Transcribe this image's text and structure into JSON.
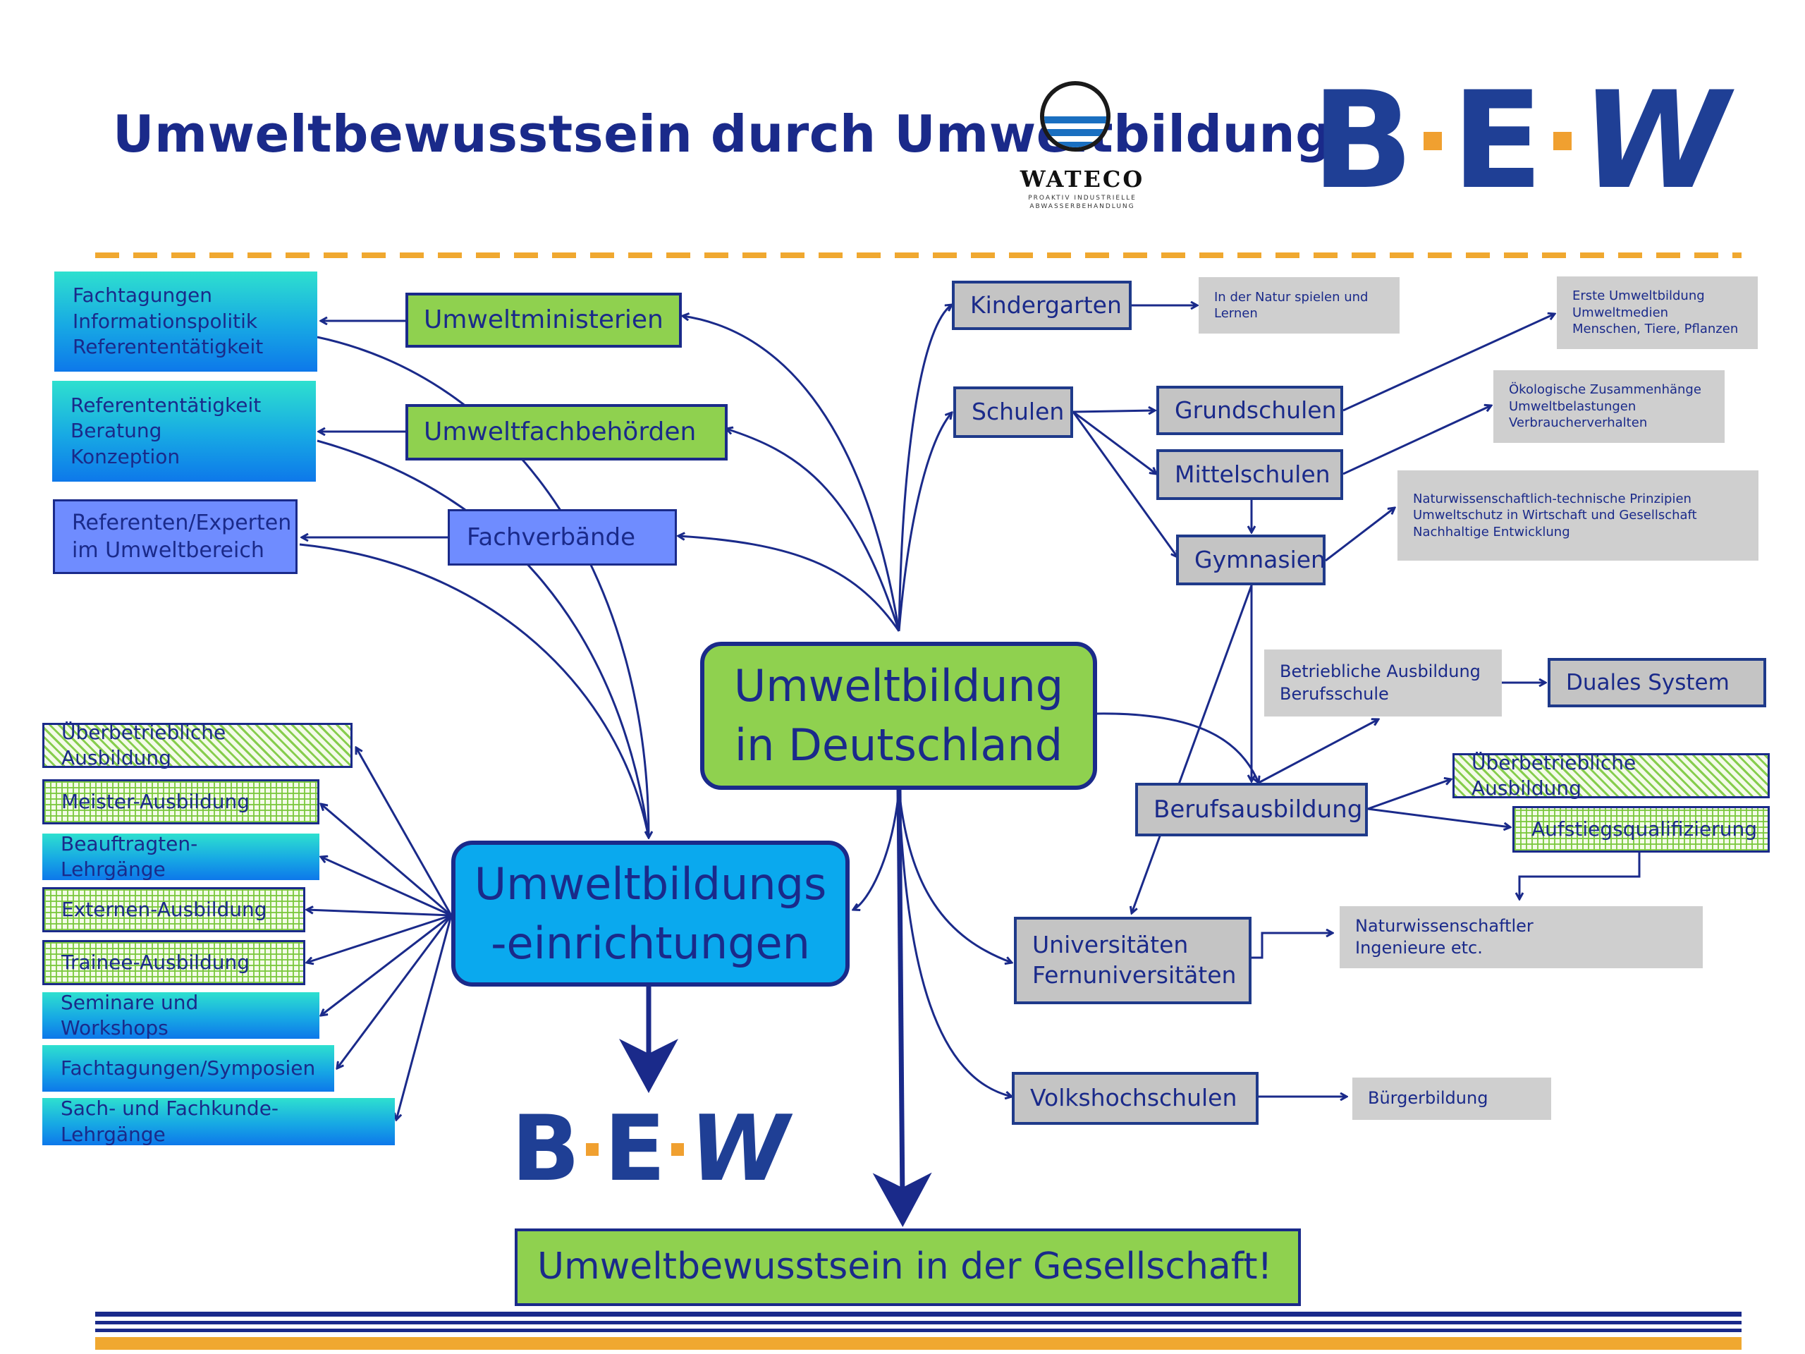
{
  "title": "Umweltbewusstsein durch Umweltbildung",
  "logos": {
    "bew_top": {
      "left": "B",
      "mid": "E",
      "right": "W",
      "brand_color": "#1f3f95",
      "dot_color": "#f0a030"
    },
    "bew_center": {
      "left": "B",
      "mid": "E",
      "right": "W"
    },
    "wateco": {
      "name": "WATECO",
      "sub1": "PROAKTIV INDUSTRIELLE",
      "sub2": "ABWASSERBEHANDLUNG"
    }
  },
  "colors": {
    "navy": "#1a2a8a",
    "green": "#8fd14f",
    "orange_dash": "#f0a830",
    "grey": "#c4c4c4",
    "cyan": "#0aa9ee",
    "blue": "#6f8cff"
  },
  "center": {
    "line1": "Umweltbildung",
    "line2": "in Deutschland"
  },
  "einrichtungen": {
    "line1": "Umweltbildungs",
    "line2": "-einrichtungen"
  },
  "final": "Umweltbewusstsein in der Gesellschaft!",
  "left_top": {
    "umweltministerien": {
      "label": "Umweltministerien",
      "details": [
        "Fachtagungen",
        "Informationspolitik",
        "Referententätigkeit"
      ]
    },
    "umweltfachbehoerden": {
      "label": "Umweltfachbehörden",
      "details": [
        "Referententätigkeit",
        "Beratung",
        "Konzeption"
      ]
    },
    "fachverbaende": {
      "label": "Fachverbände",
      "details": [
        "Referenten/Experten",
        "im Umweltbereich"
      ]
    }
  },
  "einrichtungen_items": [
    "Überbetriebliche Ausbildung",
    "Meister-Ausbildung",
    "Beauftragten-Lehrgänge",
    "Externen-Ausbildung",
    "Trainee-Ausbildung",
    "Seminare und Workshops",
    "Fachtagungen/Symposien",
    "Sach- und Fachkunde-Lehrgänge"
  ],
  "right": {
    "kindergarten": {
      "label": "Kindergarten",
      "detail": [
        "In der Natur spielen und",
        "Lernen"
      ]
    },
    "schulen": {
      "label": "Schulen"
    },
    "grundschulen": {
      "label": "Grundschulen",
      "detail": [
        "Erste Umweltbildung",
        "Umweltmedien",
        "Menschen, Tiere, Pflanzen"
      ]
    },
    "mittelschulen": {
      "label": "Mittelschulen",
      "detail": [
        "Ökologische Zusammenhänge",
        "Umweltbelastungen",
        "Verbraucherverhalten"
      ]
    },
    "gymnasien": {
      "label": "Gymnasien",
      "detail": [
        "Naturwissenschaftlich-technische Prinzipien",
        "Umweltschutz in Wirtschaft und Gesellschaft",
        "Nachhaltige Entwicklung"
      ]
    },
    "betriebliche": [
      "Betriebliche Ausbildung",
      "Berufsschule"
    ],
    "duales": "Duales System",
    "berufsausbildung": "Berufsausbildung",
    "ueberbetriebliche": "Überbetriebliche Ausbildung",
    "aufstieg": "Aufstiegsqualifizierung",
    "universitaeten": {
      "lines": [
        "Universitäten",
        "Fernuniversitäten"
      ],
      "detail": [
        "Naturwissenschaftler",
        "Ingenieure etc."
      ]
    },
    "volkshochschulen": {
      "label": "Volkshochschulen",
      "detail": "Bürgerbildung"
    }
  }
}
